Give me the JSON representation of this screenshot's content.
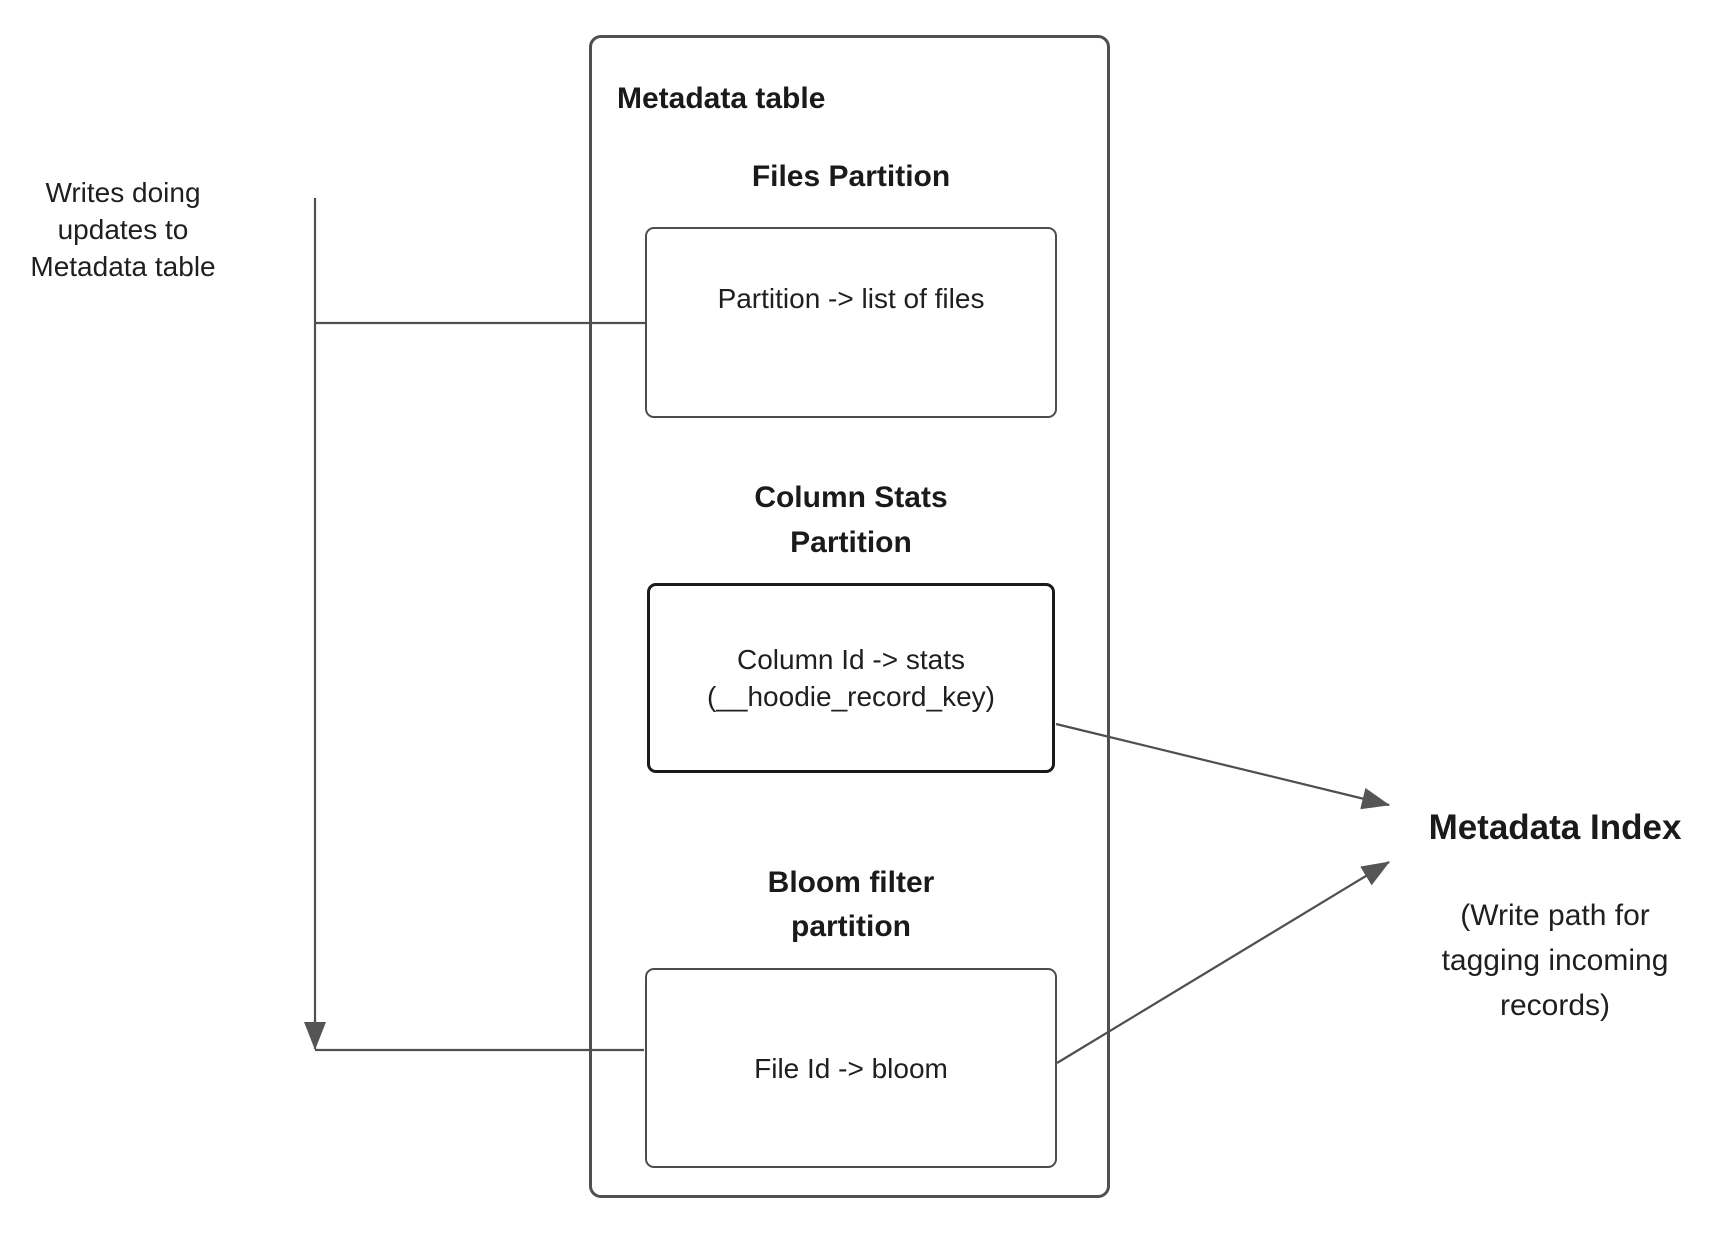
{
  "left_note": {
    "text": "Writes doing updates to Metadata table"
  },
  "metadata_table": {
    "title": "Metadata table",
    "sections": [
      {
        "heading": "Files Partition",
        "body": "Partition -> list of files"
      },
      {
        "heading": "Column Stats Partition",
        "body_line1": "Column Id  -> stats",
        "body_line2": "(__hoodie_record_key)"
      },
      {
        "heading": "Bloom filter partition",
        "body": "File Id -> bloom"
      }
    ]
  },
  "metadata_index": {
    "title": "Metadata Index",
    "note": "(Write path for tagging incoming records)"
  },
  "colors": {
    "background": "#ffffff",
    "text": "#1a1a1a",
    "line": "#4f4f4f",
    "box_border": "#4d4d4d",
    "emphasis_box_border": "#1a1a1a",
    "arrowhead": "#555555"
  }
}
